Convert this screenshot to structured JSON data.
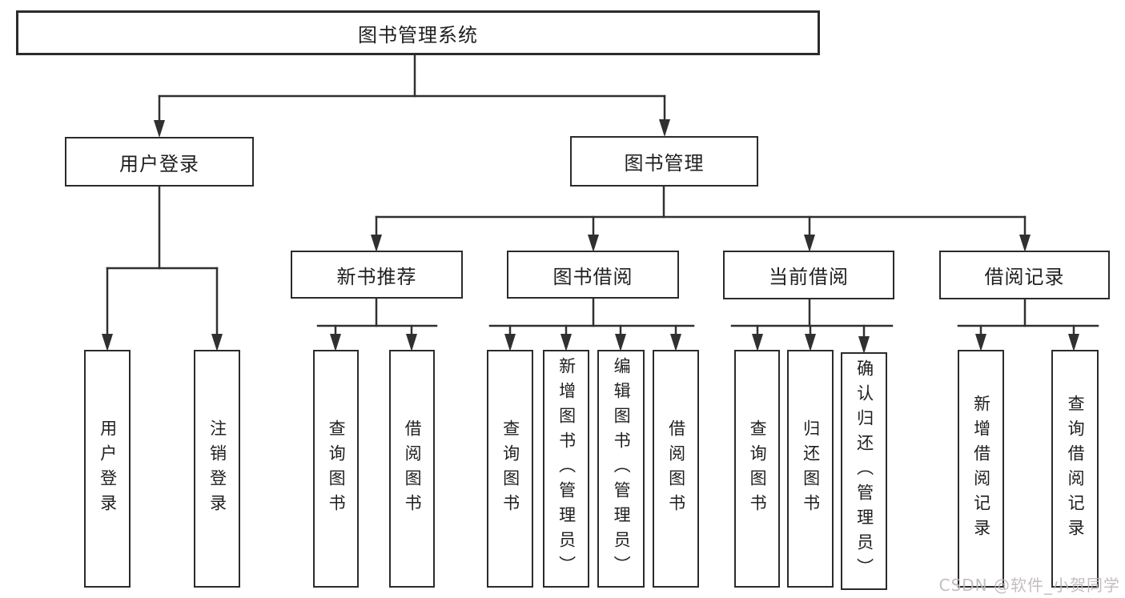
{
  "diagram": {
    "root": {
      "label": "图书管理系统"
    },
    "user_login": {
      "label": "用户登录",
      "children": {
        "login": {
          "label": "用户登录"
        },
        "logout": {
          "label": "注销登录"
        }
      }
    },
    "book_management": {
      "label": "图书管理",
      "children": {
        "new_book_recommend": {
          "label": "新书推荐",
          "children": {
            "query_books": {
              "label": "查询图书"
            },
            "borrow_books": {
              "label": "借阅图书"
            }
          }
        },
        "book_borrowing": {
          "label": "图书借阅",
          "children": {
            "query_books": {
              "label": "查询图书"
            },
            "add_books_admin": {
              "label": "新增图书（管理员）"
            },
            "edit_books_admin": {
              "label": "编辑图书（管理员）"
            },
            "borrow_books": {
              "label": "借阅图书"
            }
          }
        },
        "current_borrowing": {
          "label": "当前借阅",
          "children": {
            "query_books": {
              "label": "查询图书"
            },
            "return_books": {
              "label": "归还图书"
            },
            "confirm_return_admin": {
              "label": "确认归还（管理员）"
            }
          }
        },
        "borrowing_records": {
          "label": "借阅记录",
          "children": {
            "add_record": {
              "label": "新增借阅记录"
            },
            "query_record": {
              "label": "查询借阅记录"
            }
          }
        }
      }
    }
  },
  "watermark": {
    "text": "CSDN @软件_小贺同学"
  },
  "colors": {
    "line": "#303030",
    "box_border": "#2b2b2b",
    "text": "#1f1f1f",
    "background": "#ffffff",
    "watermark": "#beb9b9"
  }
}
